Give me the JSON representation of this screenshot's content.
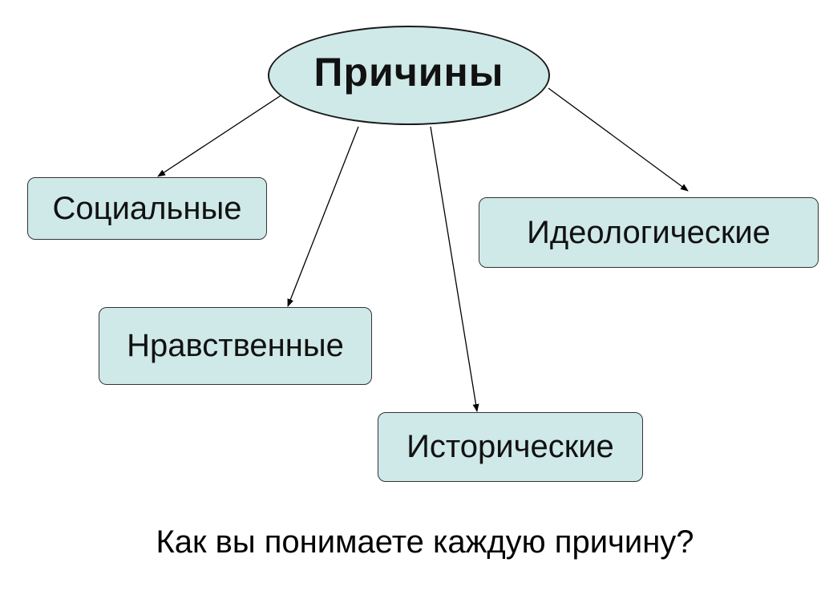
{
  "diagram": {
    "root": {
      "label": "Причины"
    },
    "causes": [
      {
        "id": "social",
        "label": "Социальные"
      },
      {
        "id": "ideological",
        "label": "Идеологические"
      },
      {
        "id": "moral",
        "label": "Нравственные"
      },
      {
        "id": "historical",
        "label": "Исторические"
      }
    ],
    "question": "Как вы понимаете каждую причину?"
  },
  "colors": {
    "node_fill": "#cfe8e8",
    "border": "#1a1a1a",
    "arrow": "#000000"
  }
}
